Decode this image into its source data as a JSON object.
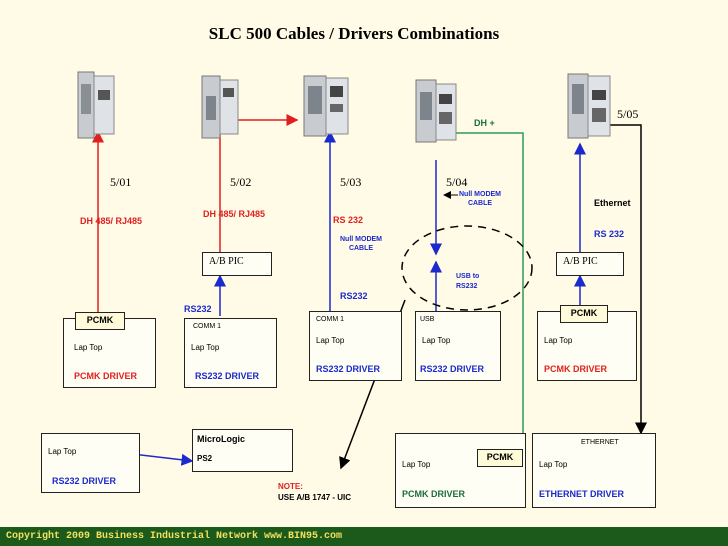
{
  "title": "SLC 500 Cables / Drivers Combinations",
  "processors": [
    "5/01",
    "5/02",
    "5/03",
    "5/04",
    "5/05"
  ],
  "cables": {
    "dh485_a": "DH  485/ RJ485",
    "dh485_b": "DH   485/ RJ485",
    "rs232_top": "RS 232",
    "null_modem_1": "Null MODEM\nCABLE",
    "null_modem_2": "Null MODEM\nCABLE",
    "dh_plus": "DH +",
    "ethernet": "Ethernet",
    "rs232_right": "RS 232",
    "rs232_mid": "RS232",
    "rs232_left": "RS232",
    "usb_to_rs232": "USB to\nRS232"
  },
  "adapters": [
    "A/B   PIC",
    "A/B   PIC"
  ],
  "boxes": {
    "b1": {
      "tag": "PCMK",
      "laptop": "Lap Top",
      "driver": "PCMK DRIVER"
    },
    "b2": {
      "port": "COMM  1",
      "laptop": "Lap Top",
      "driver": "RS232 DRIVER"
    },
    "b3": {
      "port": "COMM  1",
      "laptop": "Lap Top",
      "driver": "RS232 DRIVER"
    },
    "b4": {
      "port": "USB",
      "laptop": "Lap Top",
      "driver": "RS232 DRIVER"
    },
    "b5": {
      "tag": "PCMK",
      "laptop": "Lap Top",
      "driver": "PCMK    DRIVER"
    },
    "b6": {
      "laptop": "Lap Top",
      "driver": "RS232 DRIVER"
    },
    "b7": {
      "name": "MicroLogic",
      "port": "PS2"
    },
    "b8": {
      "tag": "PCMK",
      "laptop": "Lap Top",
      "driver": "PCMK    DRIVER"
    },
    "b9": {
      "port": "ETHERNET",
      "laptop": "Lap Top",
      "driver": "ETHERNET   DRIVER"
    }
  },
  "note": {
    "heading": "NOTE:",
    "text": "USE A/B  1747 - UIC"
  },
  "footer": "Copyright 2009 Business Industrial Network www.BIN95.com",
  "colors": {
    "red": "#e02020",
    "blue": "#1a2acc",
    "green": "#2e9a5a",
    "black": "#000000",
    "footer_bg": "#1c5a1c"
  }
}
